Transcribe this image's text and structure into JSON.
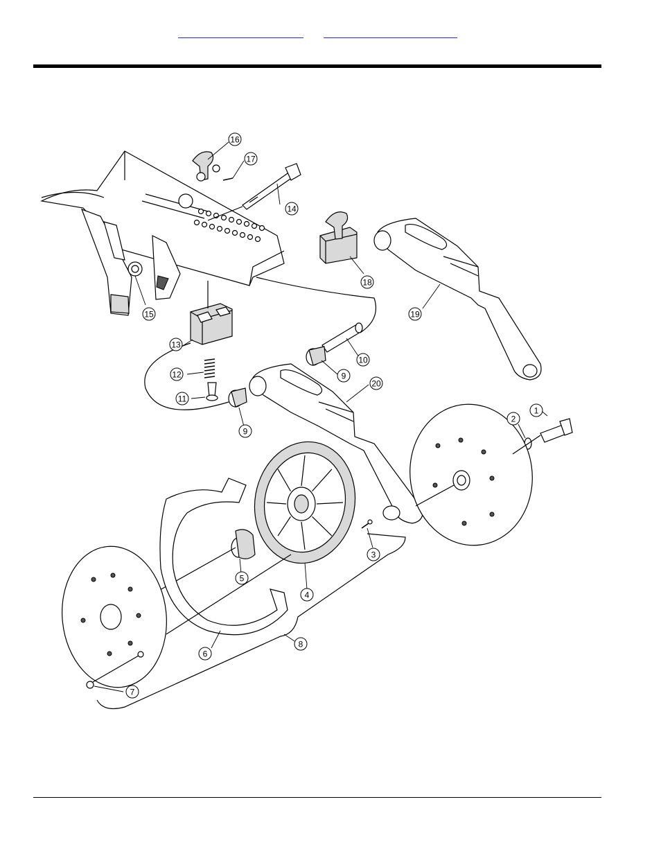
{
  "header": {
    "link_a": "",
    "link_b": ""
  },
  "callouts": [
    "16",
    "17",
    "14",
    "15",
    "18",
    "19",
    "13",
    "12",
    "11",
    "10",
    "9",
    "9",
    "20",
    "1",
    "2",
    "3",
    "4",
    "5",
    "6",
    "7",
    "8"
  ]
}
